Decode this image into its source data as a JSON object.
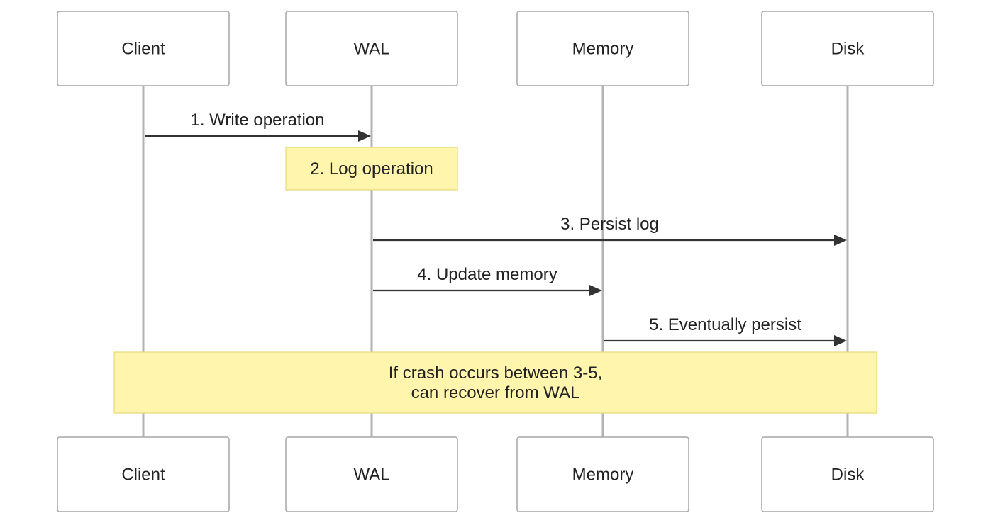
{
  "participants": [
    {
      "id": "client",
      "label": "Client"
    },
    {
      "id": "wal",
      "label": "WAL"
    },
    {
      "id": "memory",
      "label": "Memory"
    },
    {
      "id": "disk",
      "label": "Disk"
    }
  ],
  "messages": [
    {
      "from": "client",
      "to": "wal",
      "label": "1. Write operation"
    },
    {
      "from": "wal",
      "to": "disk",
      "label": "3. Persist log"
    },
    {
      "from": "wal",
      "to": "memory",
      "label": "4. Update memory"
    },
    {
      "from": "memory",
      "to": "disk",
      "label": "5. Eventually persist"
    }
  ],
  "notes": [
    {
      "over": [
        "wal"
      ],
      "lines": [
        "2. Log operation"
      ]
    },
    {
      "over": [
        "client",
        "disk"
      ],
      "lines": [
        "If crash occurs between 3-5,",
        "can recover from WAL"
      ]
    }
  ],
  "colors": {
    "note_fill": "#fff5ad",
    "note_border": "#e6d97a",
    "lifeline": "#b3b3b3",
    "arrow": "#333333"
  }
}
